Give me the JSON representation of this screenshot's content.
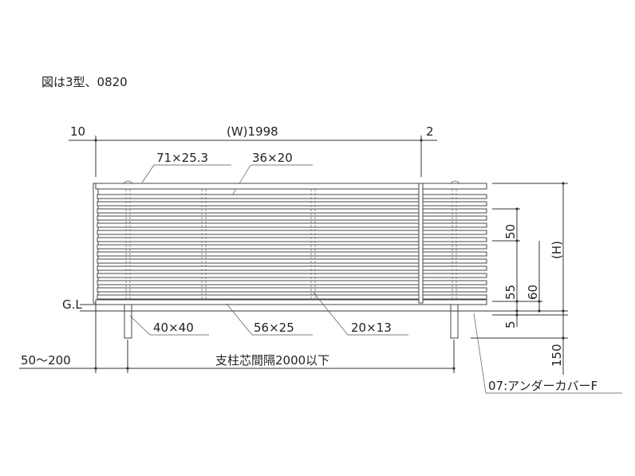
{
  "caption": "図は3型、0820",
  "dimensions": {
    "left_offset": "10",
    "width": "(W)1998",
    "right_offset": "2",
    "top_rail": "71×25.3",
    "slat": "36×20",
    "pitch": "50",
    "height": "(H)",
    "gap_55": "55",
    "gap_60": "60",
    "gap_5": "5",
    "depth_150": "150",
    "ground": "G.L",
    "post_size": "40×40",
    "bottom_rail": "56×25",
    "mullion": "20×13",
    "overhang": "50〜200",
    "post_spacing": "支柱芯間隔2000以下",
    "under_cover": "07:アンダーカバーF"
  }
}
